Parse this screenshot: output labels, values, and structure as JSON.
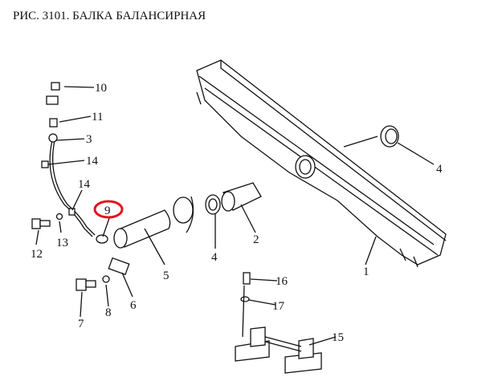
{
  "title": "РИС. 3101. БАЛКА БАЛАНСИРНАЯ",
  "highlight_color": "#e0141e",
  "highlighted_callout": "9",
  "callouts": [
    "10",
    "11",
    "3",
    "14",
    "14",
    "9",
    "13",
    "12",
    "5",
    "6",
    "7",
    "8",
    "4",
    "2",
    "4",
    "1",
    "16",
    "17",
    "15"
  ]
}
